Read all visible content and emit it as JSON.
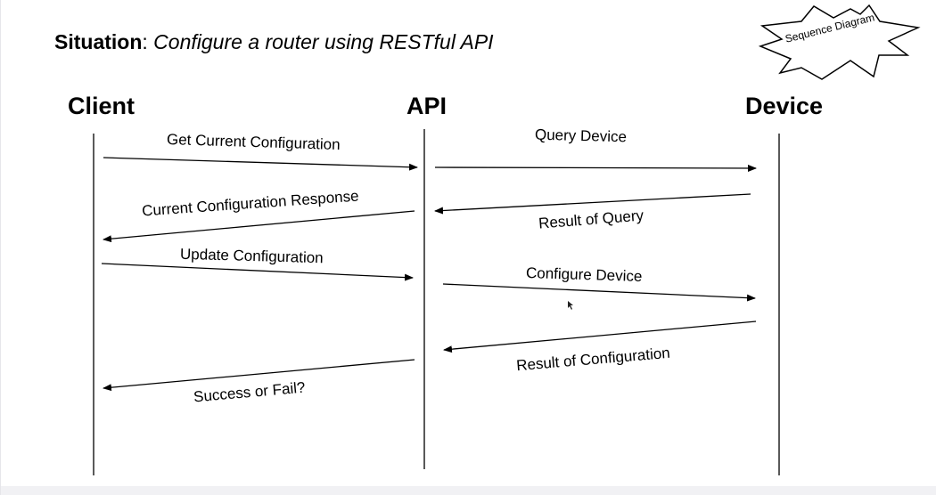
{
  "heading": {
    "label": "Situation",
    "separator": ": ",
    "description": "Configure a router using RESTful API"
  },
  "badge": {
    "text": "Sequence Diagram"
  },
  "actors": [
    "Client",
    "API",
    "Device"
  ],
  "messages": [
    "Get Current Configuration",
    "Query Device",
    "Result of Query",
    "Current Configuration Response",
    "Update Configuration",
    "Configure Device",
    "Result of Configuration",
    "Success or Fail?"
  ],
  "colors": {
    "ink": "#000000",
    "background": "#ffffff"
  }
}
